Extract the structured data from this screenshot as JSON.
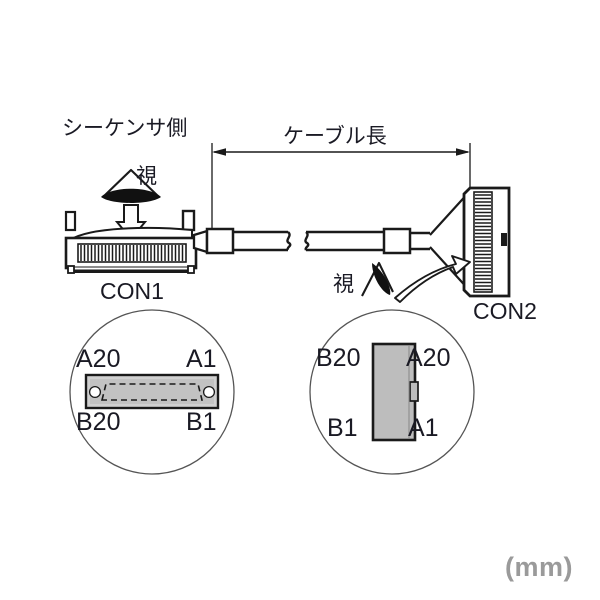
{
  "diagram": {
    "title_left": "シーケンサ側",
    "unit_note": "(mm)",
    "dimension": {
      "label": "ケーブル長"
    },
    "connectors": [
      {
        "id": "con1",
        "label": "CON1",
        "view_mark": "視",
        "orientation": "horizontal"
      },
      {
        "id": "con2",
        "label": "CON2",
        "view_mark": "視",
        "orientation": "vertical"
      }
    ],
    "detail_views": [
      {
        "id": "con1-detail",
        "for": "CON1",
        "pins": {
          "top_left": "A20",
          "top_right": "A1",
          "bottom_left": "B20",
          "bottom_right": "B1"
        }
      },
      {
        "id": "con2-detail",
        "for": "CON2",
        "pins": {
          "top_left": "B20",
          "top_right": "A20",
          "bottom_left": "B1",
          "bottom_right": "A1"
        }
      }
    ],
    "colors": {
      "line": "#1a1a1a",
      "text": "#1a1a24",
      "fill_gray": "#b8b8b8",
      "unit_gray": "#9a9a9a",
      "background": "#ffffff"
    }
  }
}
